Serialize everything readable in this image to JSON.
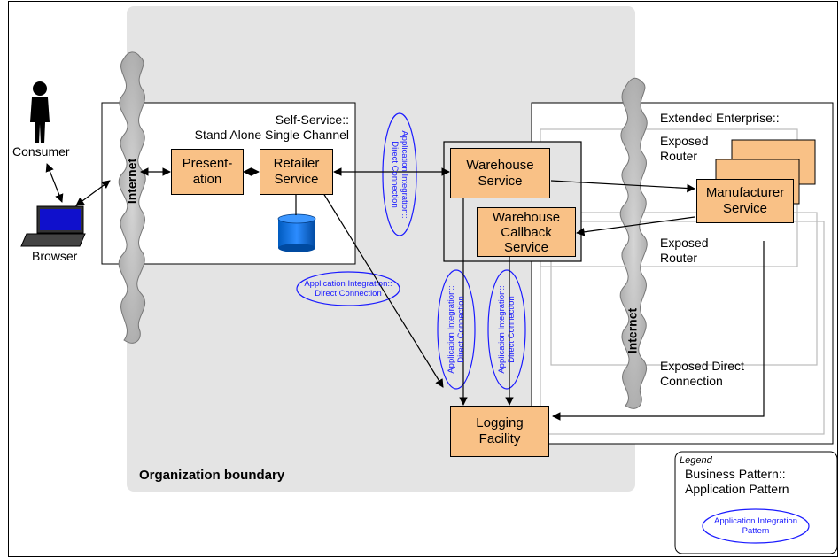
{
  "diagram": {
    "org_boundary_label": "Organization boundary",
    "self_service": [
      "Self-Service::",
      "Stand Alone Single Channel"
    ],
    "extended_enterprise": "Extended Enterprise::",
    "exposed_router_1": [
      "Exposed",
      "Router"
    ],
    "exposed_router_2": [
      "Exposed",
      "Router"
    ],
    "exposed_direct": [
      "Exposed Direct",
      "Connection"
    ],
    "internet_left": "Internet",
    "internet_right": "Internet",
    "consumer": "Consumer",
    "browser": "Browser",
    "boxes": {
      "presentation": [
        "Present-",
        "ation"
      ],
      "retailer": [
        "Retailer",
        "Service"
      ],
      "warehouse": [
        "Warehouse",
        "Service"
      ],
      "warehouse_callback": [
        "Warehouse",
        "Callback",
        "Service"
      ],
      "manufacturer": [
        "Manufacturer",
        "Service"
      ],
      "logging": [
        "Logging",
        "Facility"
      ]
    },
    "patterns": {
      "top_vertical": [
        "Application Integration::",
        "Direct Connection"
      ],
      "left_horizontal": [
        "Application Integration::",
        "Direct Connection"
      ],
      "mid_vertical_1": [
        "Application Integration::",
        "Direct Connection"
      ],
      "mid_vertical_2": [
        "Application Integration::",
        "Direct Connection"
      ]
    },
    "legend": {
      "title": "Legend",
      "business_pattern": [
        "Business Pattern::",
        "Application Pattern"
      ],
      "app_integration": [
        "Application Integration",
        "Pattern"
      ]
    },
    "colors": {
      "box_fill": "#f9c186",
      "boundary_fill": "#e4e4e4",
      "pattern_blue": "#1a1aff",
      "cloud_fill": "#c8c8c8"
    }
  }
}
